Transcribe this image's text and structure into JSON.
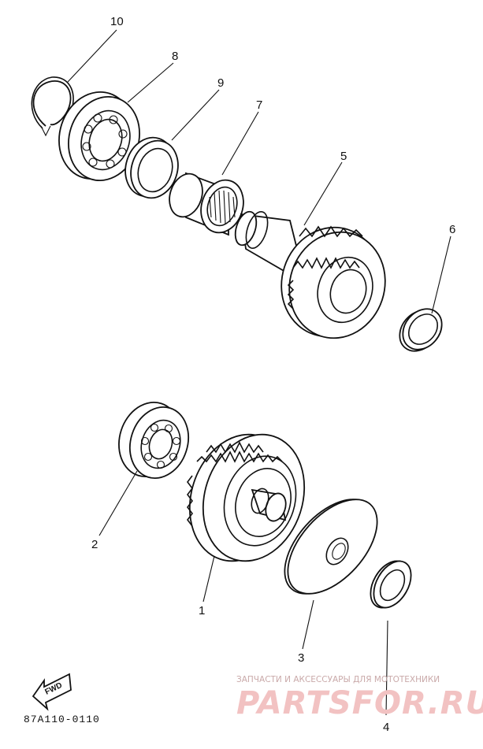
{
  "callouts": {
    "c1": "1",
    "c2": "2",
    "c3": "3",
    "c4": "4",
    "c5": "5",
    "c6": "6",
    "c7": "7",
    "c8": "8",
    "c9": "9",
    "c10": "10"
  },
  "direction_label": "FWD",
  "diagram_code": "87A110-0110",
  "watermark": {
    "tagline": "ЗАПЧАСТИ И АКСЕССУАРЫ ДЛЯ МОТОТЕХНИКИ",
    "logo": "PARTSFOR.RU"
  }
}
